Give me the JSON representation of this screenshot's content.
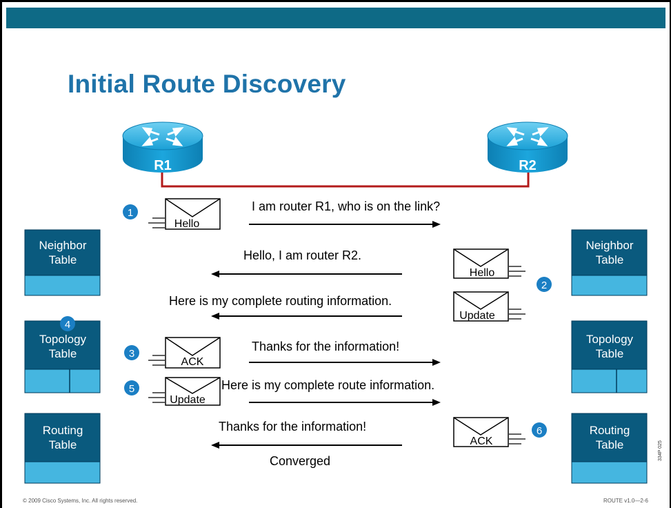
{
  "title": "Initial Route Discovery",
  "routers": {
    "r1": "R1",
    "r2": "R2"
  },
  "tables": {
    "left": {
      "neighbor": "Neighbor Table",
      "topology": "Topology Table",
      "routing": "Routing Table"
    },
    "right": {
      "neighbor": "Neighbor Table",
      "topology": "Topology Table",
      "routing": "Routing Table"
    }
  },
  "steps": [
    "1",
    "2",
    "3",
    "4",
    "5",
    "6"
  ],
  "packets": {
    "p1": "Hello",
    "p2": "Hello",
    "p3": "Update",
    "p4": "ACK",
    "p5": "Update",
    "p6": "ACK"
  },
  "messages": {
    "m1": "I am router R1, who is on the link?",
    "m2": "Hello, I am router R2.",
    "m3": "Here is my complete routing information.",
    "m4": "Thanks for the information!",
    "m5": "Here is my complete route information.",
    "m6": "Thanks for the information!",
    "converged": "Converged"
  },
  "footer": {
    "copyright": "© 2009 Cisco Systems, Inc. All rights reserved.",
    "course": "ROUTE v1.0—2-6",
    "code": "334P 025"
  },
  "colors": {
    "banner": "#0e6a86",
    "title": "#1f73a9",
    "table_header": "#0a5a7e",
    "table_body": "#45b6e0",
    "step_circle": "#1b7fc4",
    "link": "#b31b1b",
    "router": "#1ba1d6"
  }
}
